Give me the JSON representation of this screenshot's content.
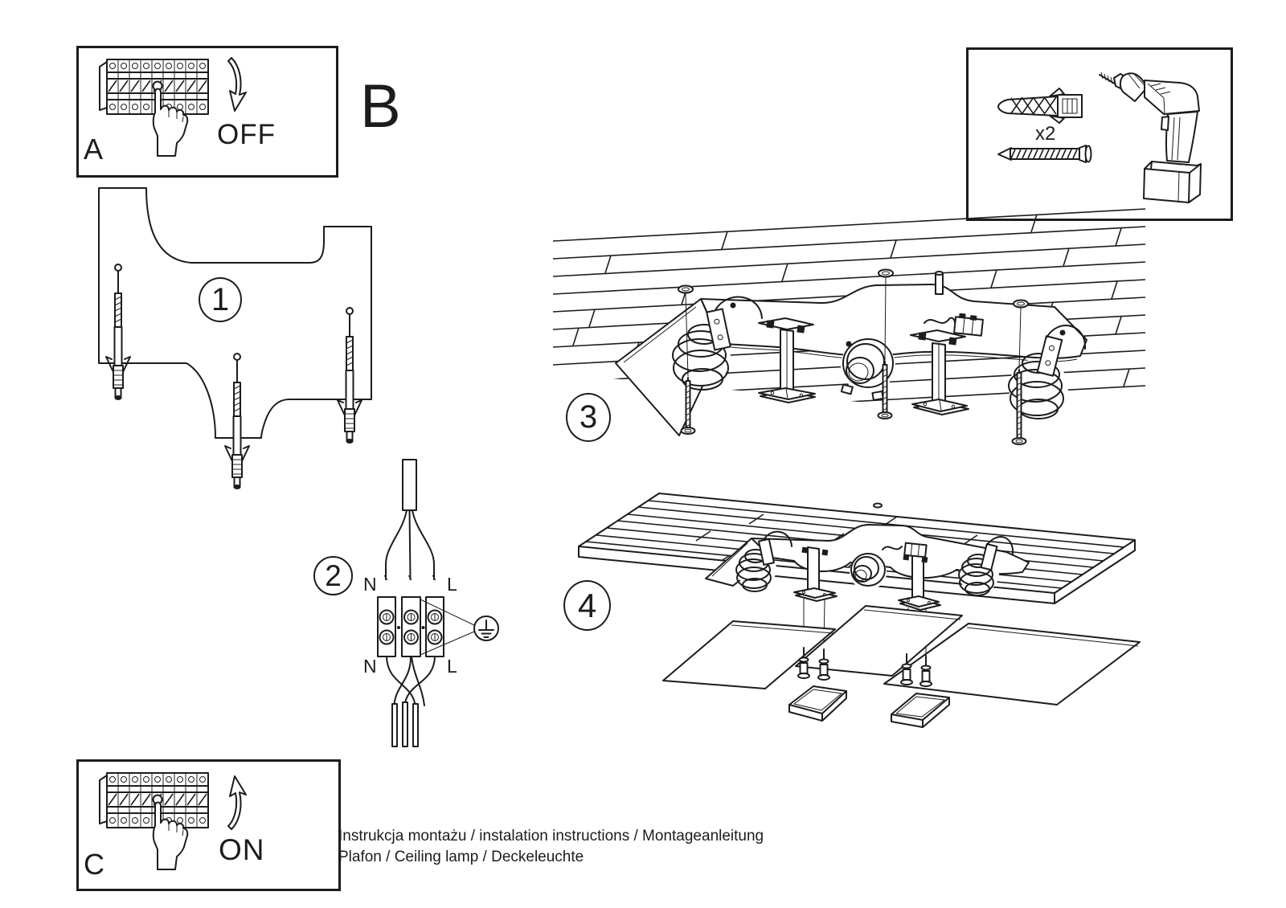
{
  "colors": {
    "ink": "#1c1c1c",
    "background": "#ffffff"
  },
  "panel_a": {
    "label": "A",
    "state": "OFF"
  },
  "panel_c": {
    "label": "C",
    "state": "ON"
  },
  "section_label": "B",
  "kit": {
    "count_label": "x2"
  },
  "steps": {
    "s1": "1",
    "s2": "2",
    "s3": "3",
    "s4": "4"
  },
  "wiring": {
    "n_top": "N",
    "l_top": "L",
    "n_bottom": "N",
    "l_bottom": "L"
  },
  "footer": {
    "line1": "Instrukcja montażu / instalation instructions / Montageanleitung",
    "line2": "Plafon / Ceiling lamp / Deckeleuchte"
  }
}
